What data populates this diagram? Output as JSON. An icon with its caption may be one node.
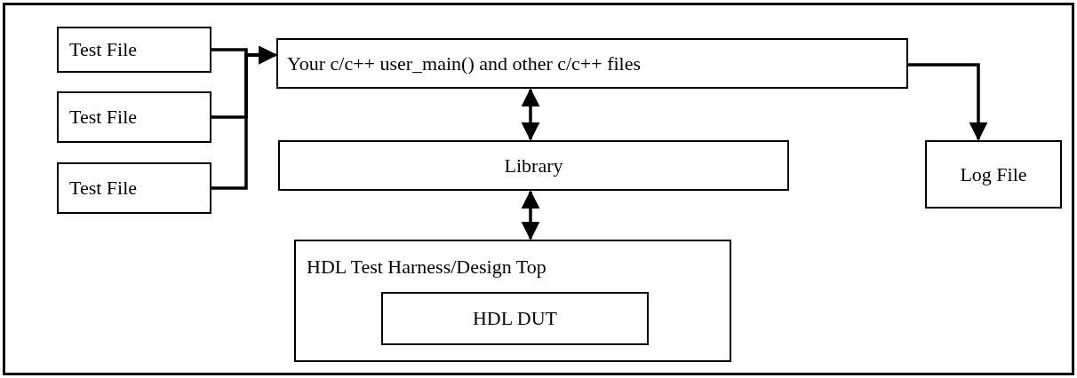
{
  "diagram": {
    "nodes": [
      {
        "text": [
          "Test File"
        ]
      },
      {
        "text": [
          "Test File"
        ]
      },
      {
        "text": [
          "Test File"
        ]
      },
      {
        "text": [
          "Your c/c++ user_main() and other c/c++ files"
        ]
      },
      {
        "text": [
          "Library"
        ]
      },
      {
        "text": [
          "HDL Test Harness/Design Top"
        ]
      },
      {
        "text": [
          "HDL DUT"
        ],
        "in": 5
      },
      {
        "text": [
          "Log File"
        ]
      }
    ],
    "edges": [
      {
        "from": 0,
        "to": 3,
        "arrow": "to"
      },
      {
        "from": 1,
        "to": 3,
        "arrow": "to"
      },
      {
        "from": 2,
        "to": 3,
        "arrow": "to"
      },
      {
        "from": 3,
        "to": 4,
        "arrow": "both"
      },
      {
        "from": 4,
        "to": 5,
        "arrow": "both"
      },
      {
        "from": 3,
        "to": 7,
        "arrow": "to"
      }
    ]
  }
}
